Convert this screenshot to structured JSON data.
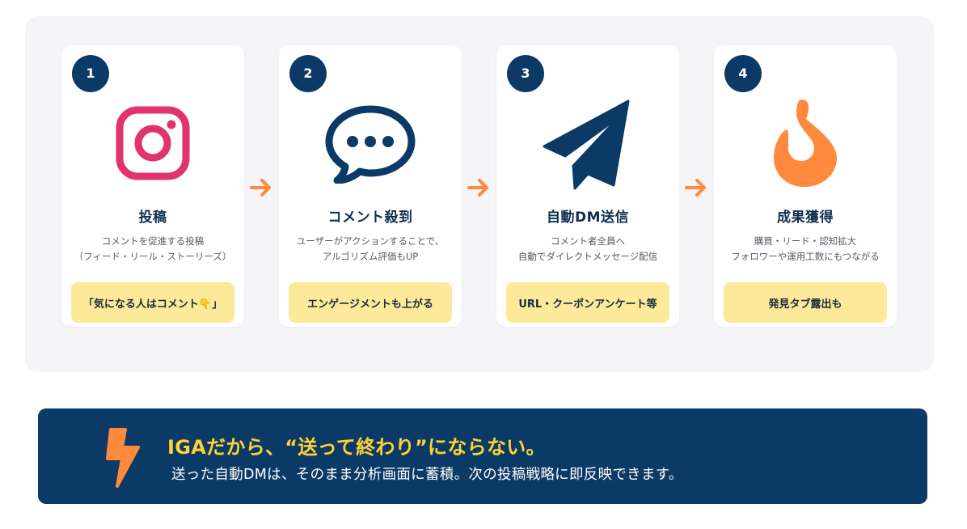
{
  "colors": {
    "navy": "#0b3a66",
    "orange": "#ff8a3d",
    "instagram_pink": "#e3336e",
    "tag_yellow": "#fde99a",
    "banner_title_yellow": "#ffd233",
    "panel_bg": "#f5f4f7"
  },
  "steps": [
    {
      "number": "1",
      "icon": "instagram-icon",
      "title": "投稿",
      "desc": [
        "コメントを促進する投稿",
        "（フィード・リール・ストーリーズ）"
      ],
      "tag": "「気になる人はコメント👇」"
    },
    {
      "number": "2",
      "icon": "speech-bubble-icon",
      "title": "コメント殺到",
      "desc": [
        "ユーザーがアクションすることで、",
        "アルゴリズム評価もUP"
      ],
      "tag": "エンゲージメントも上がる"
    },
    {
      "number": "3",
      "icon": "paper-plane-icon",
      "title": "自動DM送信",
      "desc": [
        "コメント者全員へ",
        "自動でダイレクトメッセージ配信"
      ],
      "tag": "URL・クーポンアンケート等"
    },
    {
      "number": "4",
      "icon": "flame-icon",
      "title": "成果獲得",
      "desc": [
        "購買・リード・認知拡大",
        "フォロワーや運用工数にもつながる"
      ],
      "tag": "発見タブ露出も"
    }
  ],
  "arrows": [
    "arrow-right-icon",
    "arrow-right-icon",
    "arrow-right-icon"
  ],
  "banner": {
    "icon": "lightning-icon",
    "title": "IGAだから、“送って終わり”にならない。",
    "subtitle": "送った自動DMは、そのまま分析画面に蓄積。次の投稿戦略に即反映できます。"
  }
}
